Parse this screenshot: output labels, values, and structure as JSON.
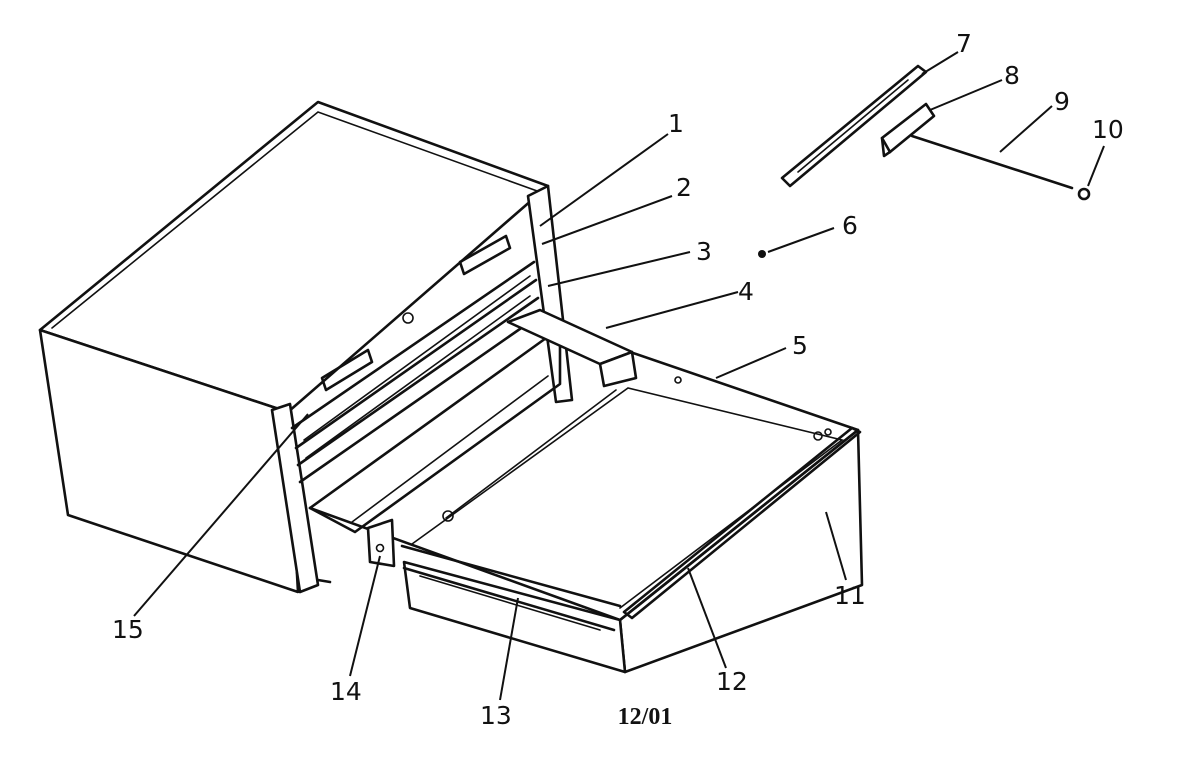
{
  "callouts": [
    {
      "id": "c1",
      "label": "1"
    },
    {
      "id": "c2",
      "label": "2"
    },
    {
      "id": "c3",
      "label": "3"
    },
    {
      "id": "c4",
      "label": "4"
    },
    {
      "id": "c5",
      "label": "5"
    },
    {
      "id": "c6",
      "label": "6"
    },
    {
      "id": "c7",
      "label": "7"
    },
    {
      "id": "c8",
      "label": "8"
    },
    {
      "id": "c9",
      "label": "9"
    },
    {
      "id": "c10",
      "label": "10"
    },
    {
      "id": "c11",
      "label": "11"
    },
    {
      "id": "c12",
      "label": "12"
    },
    {
      "id": "c13",
      "label": "13"
    },
    {
      "id": "c14",
      "label": "14"
    },
    {
      "id": "c15",
      "label": "15"
    }
  ],
  "footer": {
    "date": "12/01"
  }
}
